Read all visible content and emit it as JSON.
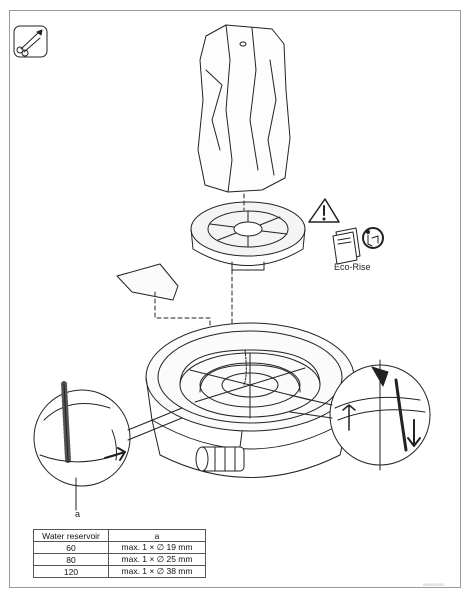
{
  "labels": {
    "eco_rise": "Eco-Rise",
    "callout_a": "a",
    "image_code": "W00000000"
  },
  "table": {
    "headers": [
      "Water reservoir",
      "a"
    ],
    "rows": [
      [
        "60",
        "max. 1 × ∅ 19 mm"
      ],
      [
        "80",
        "max. 1 × ∅ 25 mm"
      ],
      [
        "120",
        "max. 1 × ∅ 38 mm"
      ]
    ]
  },
  "icons": [
    "scissors-tool-icon",
    "warning-triangle-icon",
    "manual-booklet-icon",
    "read-manual-icon"
  ]
}
